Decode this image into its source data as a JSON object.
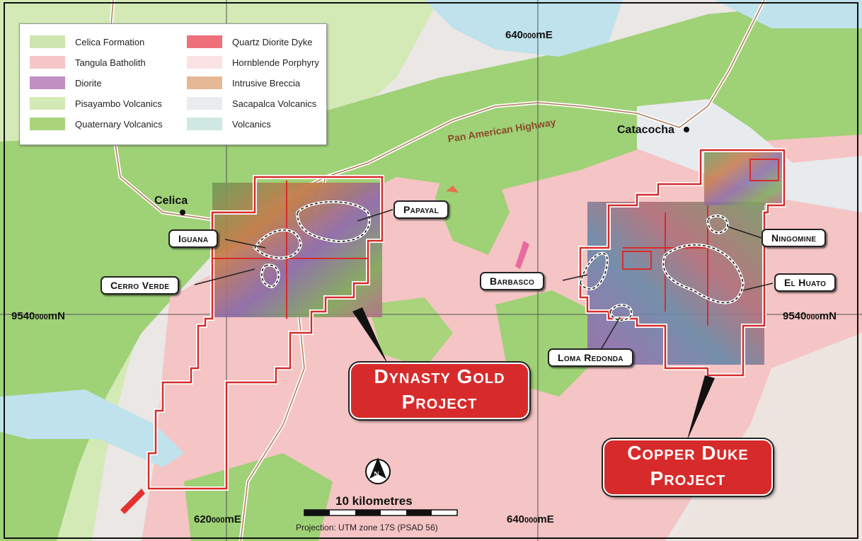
{
  "legend": {
    "left": [
      {
        "label": "Celica Formation",
        "color": "#cde6b0"
      },
      {
        "label": "Tangula Batholith",
        "color": "#f6c6c6"
      },
      {
        "label": "Diorite",
        "color": "#c28fc2"
      },
      {
        "label": "Pisayambo Volcanics",
        "color": "#d3eab6"
      },
      {
        "label": "Quaternary Volcanics",
        "color": "#a9d47c"
      }
    ],
    "right": [
      {
        "label": "Quartz Diorite Dyke",
        "color": "#ef6f7a"
      },
      {
        "label": "Hornblende Porphyry",
        "color": "#fbe2e4"
      },
      {
        "label": "Intrusive Breccia",
        "color": "#e5b896"
      },
      {
        "label": "Sacapalca Volcanics",
        "color": "#e8ecef"
      },
      {
        "label": "Volcanics",
        "color": "#cfe8e2"
      }
    ]
  },
  "towns": {
    "celica": "Celica",
    "catacocha": "Catacocha"
  },
  "road": "Pan American Highway",
  "prospects": {
    "papayal": "Papayal",
    "iguana": "Iguana",
    "cerro_verde": "Cerro Verde",
    "barbasco": "Barbasco",
    "ningomine": "Ningomine",
    "el_huato": "El Huato",
    "loma_redonda": "Loma Redonda"
  },
  "projects": {
    "dynasty_line1": "Dynasty Gold",
    "dynasty_line2": "Project",
    "copper_line1": "Copper Duke",
    "copper_line2": "Project"
  },
  "coords": {
    "top_e_big": "640",
    "top_e_small": "000",
    "top_e_unit": "mE",
    "bottom_e1_big": "620",
    "bottom_e1_small": "000",
    "bottom_e1_unit": "mE",
    "bottom_e2_big": "640",
    "bottom_e2_small": "000",
    "bottom_e2_unit": "mE",
    "left_n_big": "9540",
    "left_n_small": "000",
    "left_n_unit": "mN",
    "right_n_big": "9540",
    "right_n_small": "000",
    "right_n_unit": "mN"
  },
  "north_arrow": "N",
  "scale": {
    "label": "10 kilometres",
    "projection": "Projection: UTM zone 17S (PSAD 56)"
  },
  "colors": {
    "claim_red": "#d72b2b",
    "water": "#bfe2ec"
  }
}
